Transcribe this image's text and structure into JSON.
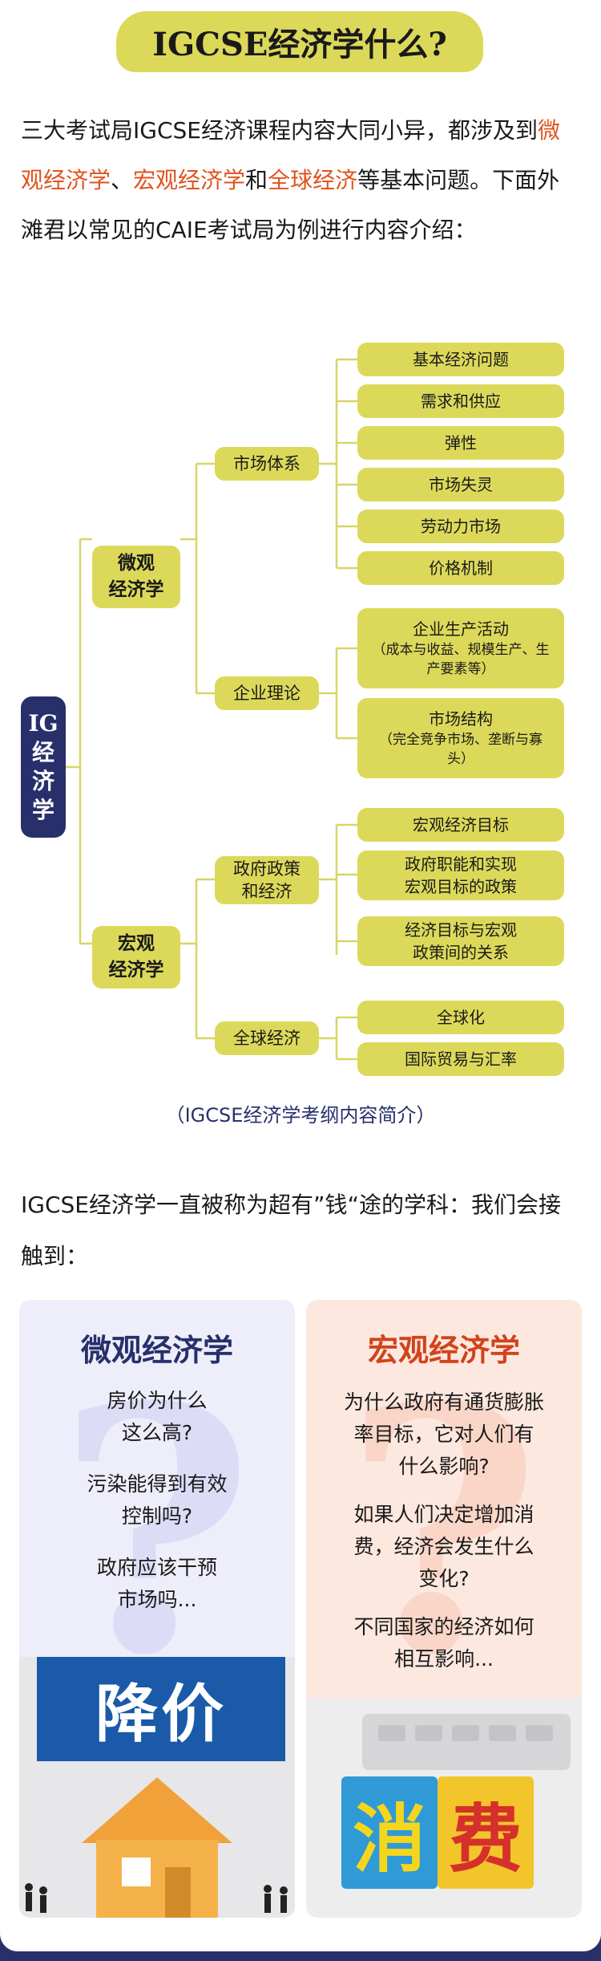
{
  "title": "IGCSE经济学什么?",
  "intro": {
    "p1": "三大考试局IGCSE经济课程内容大同小异，都涉及到",
    "h1": "微观经济学",
    "p2": "、",
    "h2": "宏观经济学",
    "p3": "和",
    "h3": "全球经济",
    "p4": "等基本问题。下面外滩君以常见的CAIE考试局为例进行内容介绍："
  },
  "mindmap": {
    "root": [
      "IG",
      "经",
      "济",
      "学"
    ],
    "micro": "微观\n经济学",
    "macro": "宏观\n经济学",
    "market_system": "市场体系",
    "firm_theory": "企业理论",
    "gov_policy": "政府政策\n和经济",
    "global_economy": "全球经济",
    "market_leaves": [
      "基本经济问题",
      "需求和供应",
      "弹性",
      "市场失灵",
      "劳动力市场",
      "价格机制"
    ],
    "firm_leaves": [
      {
        "main": "企业生产活动",
        "sub": "（成本与收益、规模生产、生产要素等）"
      },
      {
        "main": "市场结构",
        "sub": "（完全竞争市场、垄断与寡头）"
      }
    ],
    "gov_leaves": [
      "宏观经济目标",
      "政府职能和实现\n宏观目标的政策",
      "经济目标与宏观\n政策间的关系"
    ],
    "global_leaves": [
      "全球化",
      "国际贸易与汇率"
    ]
  },
  "caption": "（IGCSE经济学考纲内容简介）",
  "para2": "IGCSE经济学一直被称为超有”钱“途的学科：我们会接触到：",
  "micro_panel": {
    "title": "微观经济学",
    "questions": [
      "房价为什么\n这么高?",
      "污染能得到有效\n控制吗?",
      "政府应该干预\n市场吗..."
    ],
    "photo_text": "降价"
  },
  "macro_panel": {
    "title": "宏观经济学",
    "questions": [
      "为什么政府有通货膨胀\n率目标，它对人们有\n什么影响?",
      "如果人们决定增加消\n费，经济会发生什么\n变化?",
      "不同国家的经济如何\n相互影响..."
    ],
    "photo_chars": [
      "消",
      "费"
    ]
  },
  "colors": {
    "accent": "#dcd95a",
    "navy": "#27306b",
    "highlight": "#e0531f"
  }
}
